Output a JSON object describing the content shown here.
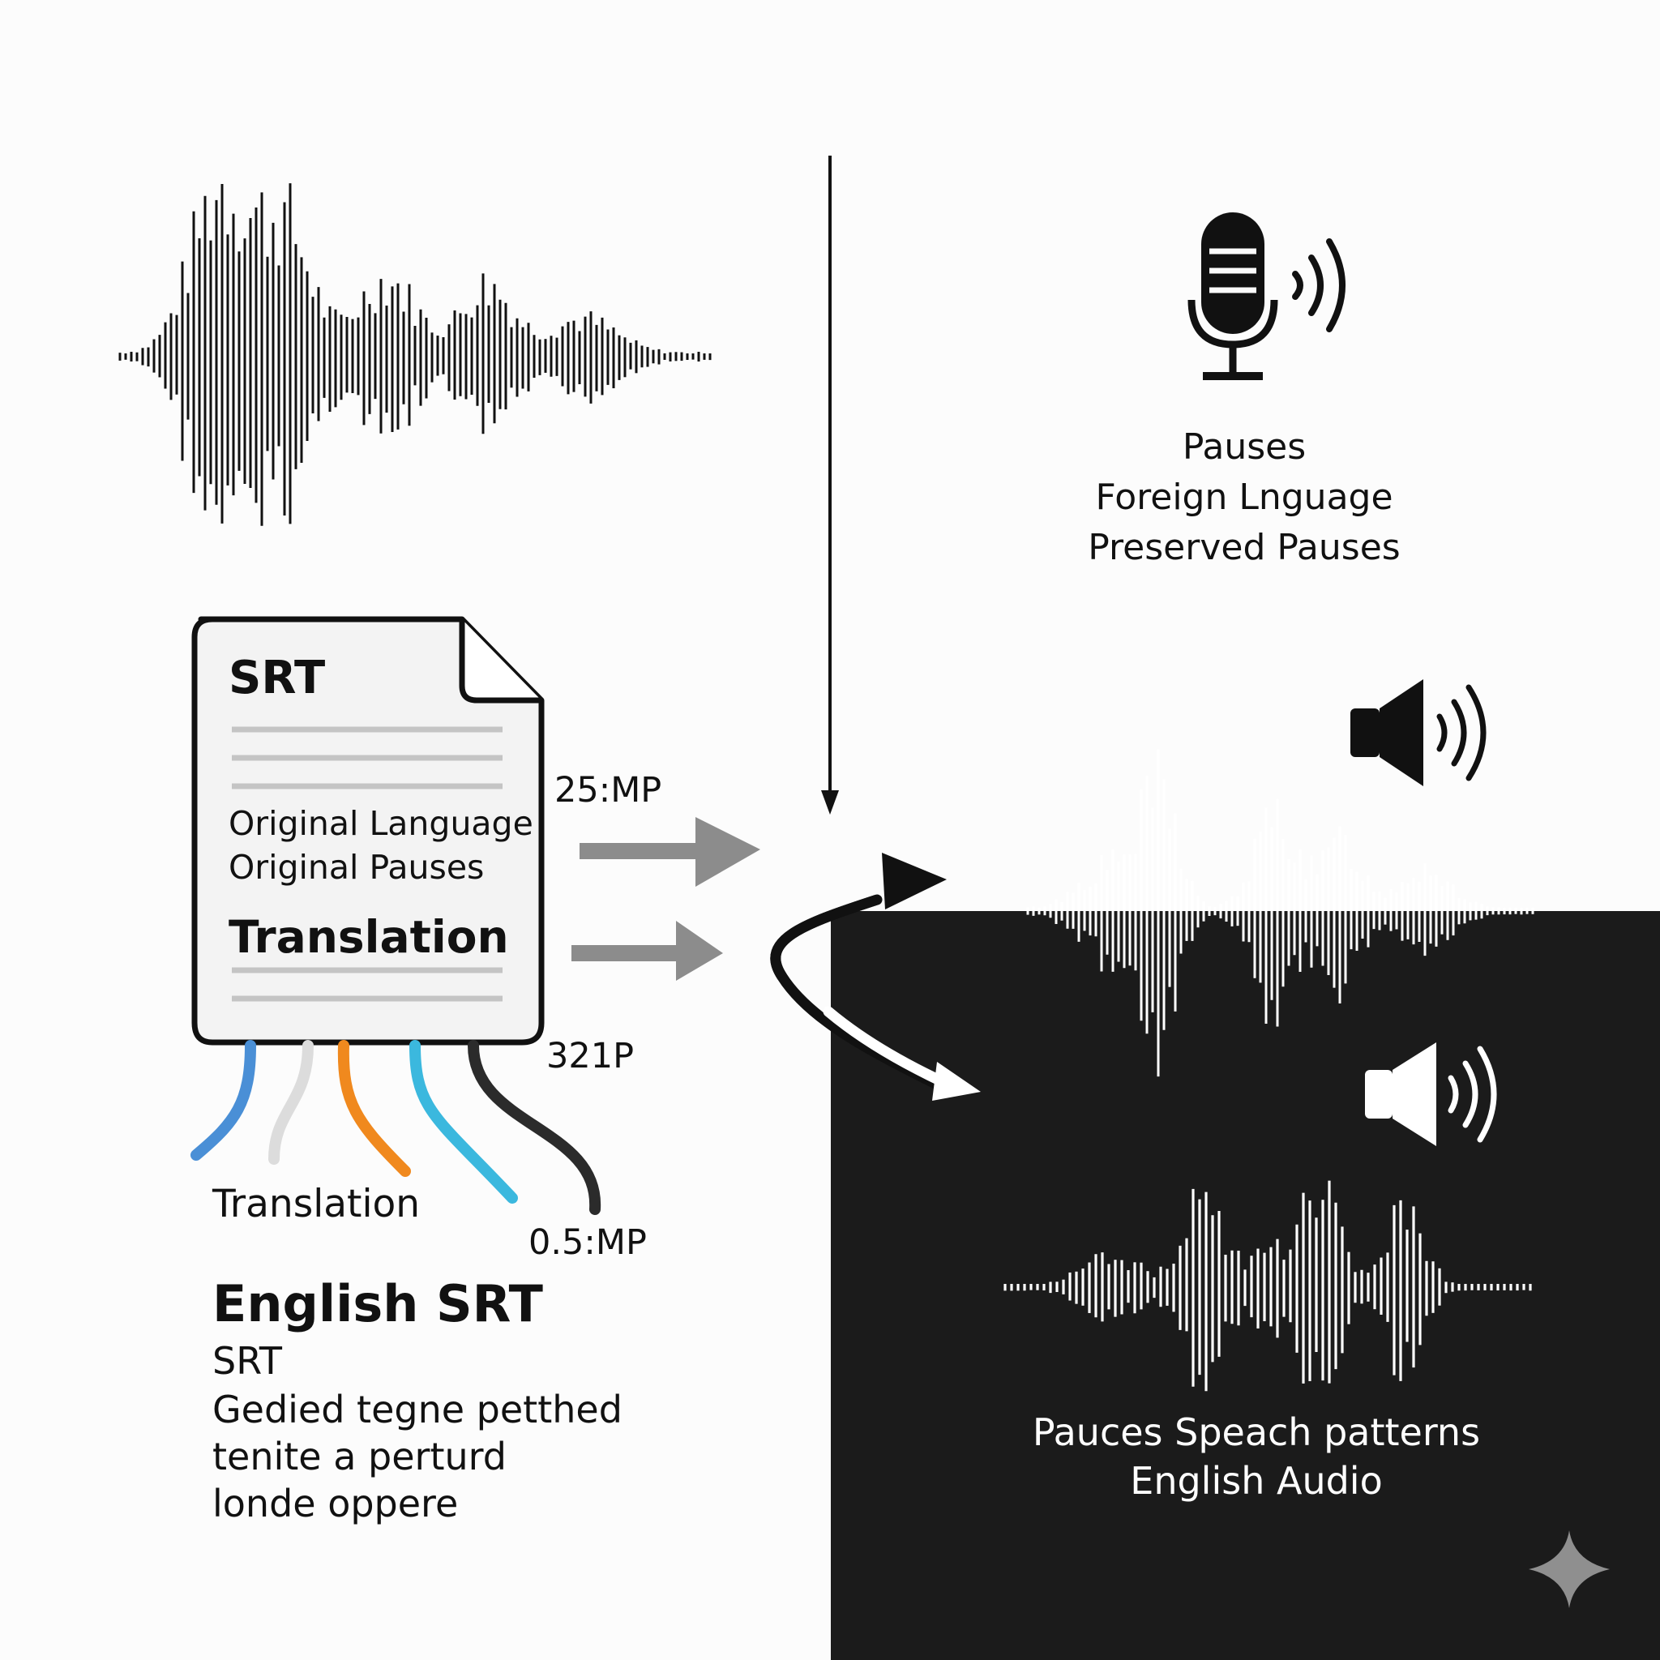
{
  "colors": {
    "background": "#fcfcfc",
    "dark_panel": "#1b1b1b",
    "ink": "#111111",
    "arrow_gray": "#8c8c8c",
    "wire_blue": "#4a8fd6",
    "wire_light_gray": "#dcdcdc",
    "wire_orange": "#f0891e",
    "wire_cyan": "#3bb8de",
    "wire_dark": "#2b2b2b"
  },
  "icons": [
    "microphone-icon",
    "sound-waves-icon",
    "speaker-icon",
    "document-icon",
    "sparkle-icon"
  ],
  "srt_doc": {
    "title": "SRT",
    "line1": "Original Language",
    "line2": "Original Pauses",
    "section": "Translation"
  },
  "labels": {
    "rate_top": "25:MP",
    "rate_mid": "321P",
    "rate_bottom": "0.5:MP",
    "wires_caption": "Translation"
  },
  "english_srt": {
    "title": "English SRT",
    "sub": "SRT",
    "desc1": "Gedied tegne petthed",
    "desc2": "tenite a perturd",
    "desc3": "londe oppere"
  },
  "mic_caption": {
    "line1": "Pauses",
    "line2": "Foreign Lnguage",
    "line3": "Preserved Pauses"
  },
  "output_caption": {
    "line1": "Pauces Speach patterns",
    "line2": "English Audio"
  }
}
